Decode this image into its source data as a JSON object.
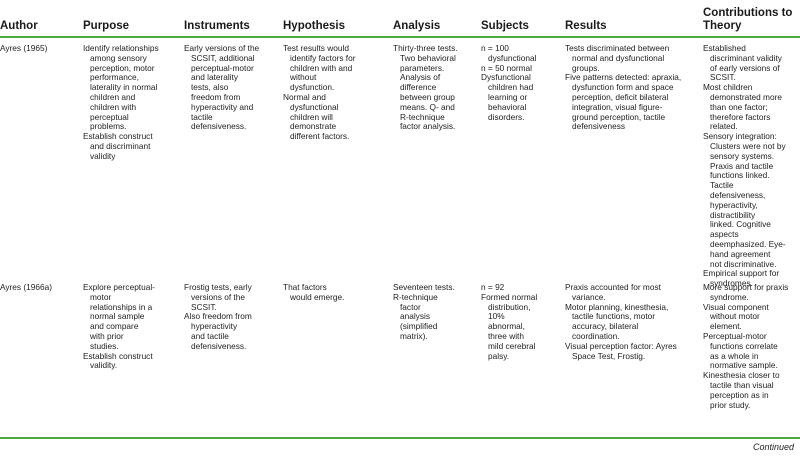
{
  "colors": {
    "rule": "#4caa3c",
    "text": "#1a1a1a"
  },
  "headers": {
    "author": "Author",
    "purpose": "Purpose",
    "instruments": "Instruments",
    "hypothesis": "Hypothesis",
    "analysis": "Analysis",
    "subjects": "Subjects",
    "results": "Results",
    "contrib_1": "Contributions to",
    "contrib_2": "Theory"
  },
  "rows": [
    {
      "author": "Ayres (1965)",
      "purpose": [
        [
          "Identify relationships",
          "among sensory",
          "perception, motor",
          "performance,",
          "laterality in normal",
          "children and",
          "children with",
          "perceptual",
          "problems."
        ],
        [
          "Establish construct",
          "and discriminant",
          "validity"
        ]
      ],
      "instruments": [
        [
          "Early versions of the",
          "SCSIT, additional",
          "perceptual-motor",
          "and laterality",
          "tests, also",
          "freedom from",
          "hyperactivity and",
          "tactile",
          "defensiveness."
        ]
      ],
      "hypothesis": [
        [
          "Test results would",
          "identify factors for",
          "children with and",
          "without",
          "dysfunction."
        ],
        [
          "Normal and",
          "dysfunctional",
          "children will",
          "demonstrate",
          "different factors."
        ]
      ],
      "analysis": [
        [
          "Thirty-three tests.",
          "Two behavioral",
          "parameters.",
          "Analysis of",
          "difference",
          "between group",
          "means. Q- and",
          "R-technique",
          "factor analysis."
        ]
      ],
      "subjects": [
        [
          "n = 100",
          "dysfunctional"
        ],
        [
          "n = 50 normal"
        ],
        [
          "Dysfunctional",
          "children had",
          "learning or",
          "behavioral",
          "disorders."
        ]
      ],
      "results": [
        [
          "Tests discriminated between",
          "normal and dysfunctional",
          "groups."
        ],
        [
          "Five patterns detected: apraxia,",
          "dysfunction form and space",
          "perception, deficit bilateral",
          "integration, visual figure-",
          "ground perception, tactile",
          "defensiveness"
        ]
      ],
      "contrib": [
        [
          "Established",
          "discriminant validity",
          "of early versions of",
          "SCSIT."
        ],
        [
          "Most children",
          "demonstrated more",
          "than one factor;",
          "therefore factors",
          "related."
        ],
        [
          "Sensory integration:",
          "Clusters were not by",
          "sensory systems.",
          "Praxis and tactile",
          "functions linked.",
          "Tactile",
          "defensiveness,",
          "hyperactivity,",
          "distractibility",
          "linked. Cognitive",
          "aspects",
          "deemphasized. Eye-",
          "hand agreement",
          "not discriminative."
        ],
        [
          "Empirical support for",
          "syndromes."
        ]
      ]
    },
    {
      "author": "Ayres (1966a)",
      "purpose": [
        [
          "Explore perceptual-",
          "motor",
          "relationships in a",
          "normal sample",
          "and compare",
          "with prior",
          "studies."
        ],
        [
          "Establish construct",
          "validity."
        ]
      ],
      "instruments": [
        [
          "Frostig tests, early",
          "versions of the",
          "SCSIT."
        ],
        [
          "Also freedom from",
          "hyperactivity",
          "and tactile",
          "defensiveness."
        ]
      ],
      "hypothesis": [
        [
          "That factors",
          "would emerge."
        ]
      ],
      "analysis": [
        [
          "Seventeen tests."
        ],
        [
          "R-technique",
          "factor",
          "analysis",
          "(simplified",
          "matrix)."
        ]
      ],
      "subjects": [
        [
          "n = 92"
        ],
        [
          "Formed normal",
          "distribution,",
          "10%",
          "abnormal,",
          "three with",
          "mild cerebral",
          "palsy."
        ]
      ],
      "results": [
        [
          "Praxis accounted for most",
          "variance."
        ],
        [
          "Motor planning, kinesthesia,",
          "tactile functions, motor",
          "accuracy, bilateral",
          "coordination."
        ],
        [
          "Visual perception factor: Ayres",
          "Space Test, Frostig."
        ]
      ],
      "contrib": [
        [
          "More support for praxis",
          "syndrome."
        ],
        [
          "Visual component",
          "without motor",
          "element."
        ],
        [
          "Perceptual-motor",
          "functions correlate",
          "as a whole in",
          "normative sample."
        ],
        [
          "Kinesthesia closer to",
          "tactile than visual",
          "perception as in",
          "prior study."
        ]
      ]
    }
  ],
  "footer": "Continued"
}
